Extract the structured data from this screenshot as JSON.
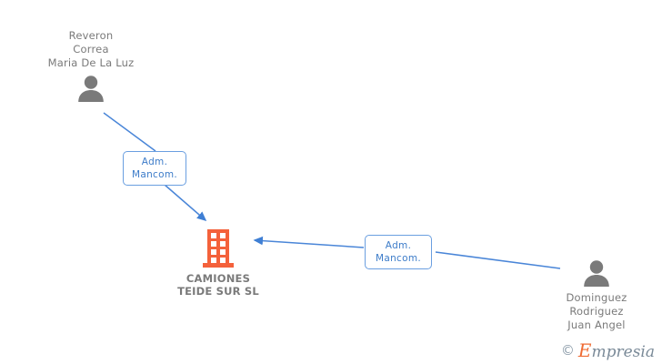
{
  "diagram": {
    "type": "corporate-relationship-graph",
    "background_color": "#ffffff",
    "edge_color": "#4a86d8",
    "person_icon_color": "#7a7a7a",
    "company_icon_color": "#f4613b",
    "label_border_color": "#6a9fe0",
    "label_text_color": "#3d7cc9",
    "text_color": "#7a7a7a"
  },
  "company": {
    "icon": "building-icon",
    "name_line1": "CAMIONES",
    "name_line2": "TEIDE SUR SL"
  },
  "persons": [
    {
      "id": "person-top-left",
      "icon": "person-icon",
      "name_line1": "Reveron",
      "name_line2": "Correa",
      "name_line3": "Maria De La Luz"
    },
    {
      "id": "person-bottom-right",
      "icon": "person-icon",
      "name_line1": "Dominguez",
      "name_line2": "Rodriguez",
      "name_line3": "Juan Angel"
    }
  ],
  "relations": [
    {
      "id": "relation-top-left",
      "from": "person-top-left",
      "to": "company",
      "label_line1": "Adm.",
      "label_line2": "Mancom."
    },
    {
      "id": "relation-bottom-right",
      "from": "person-bottom-right",
      "to": "company",
      "label_line1": "Adm.",
      "label_line2": "Mancom."
    }
  ],
  "watermark": {
    "copyright": "©",
    "brand_initial": "E",
    "brand_rest": "mpresia"
  }
}
